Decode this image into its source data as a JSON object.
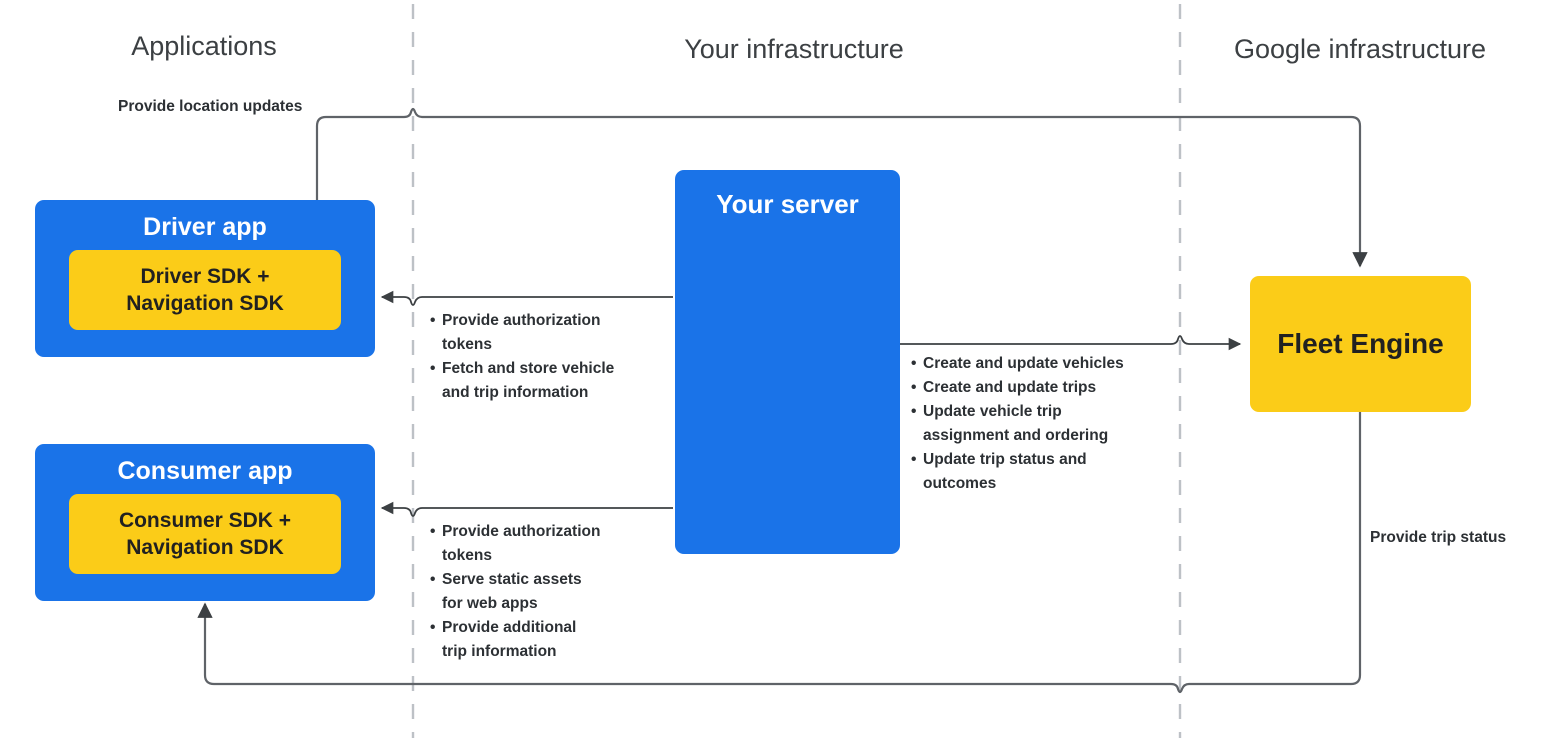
{
  "zones": [
    {
      "id": "applications",
      "label": "Applications"
    },
    {
      "id": "your-infrastructure",
      "label": "Your infrastructure"
    },
    {
      "id": "google-infrastructure",
      "label": "Google infrastructure"
    }
  ],
  "nodes": {
    "driver_app": {
      "title": "Driver app",
      "sdk": "Driver SDK +\nNavigation SDK"
    },
    "consumer_app": {
      "title": "Consumer app",
      "sdk": "Consumer SDK +\nNavigation SDK"
    },
    "your_server": {
      "title": "Your server"
    },
    "fleet_engine": {
      "title": "Fleet Engine"
    }
  },
  "edges": {
    "location_updates": {
      "label": "Provide location updates",
      "from": "driver_app",
      "to": "fleet_engine"
    },
    "driver_server": {
      "from": "your_server",
      "to": "driver_app",
      "bullets": [
        "Provide authorization\ntokens",
        "Fetch and store vehicle\nand trip information"
      ]
    },
    "consumer_server": {
      "from": "your_server",
      "to": "consumer_app",
      "bullets": [
        "Provide authorization\ntokens",
        "Serve static assets\nfor web apps",
        "Provide additional\ntrip information"
      ]
    },
    "server_fleet_engine": {
      "from": "your_server",
      "to": "fleet_engine",
      "bullets": [
        "Create and update vehicles",
        "Create and update trips",
        "Update vehicle trip\nassignment and ordering",
        "Update trip status and\noutcomes"
      ]
    },
    "trip_status": {
      "label": "Provide trip status",
      "from": "fleet_engine",
      "to": "consumer_app"
    }
  },
  "colors": {
    "app_blue": "#1a73e8",
    "sdk_yellow": "#fbcc18",
    "engine_yellow": "#fbcc18",
    "line_gray": "#5f6368",
    "divider_gray": "#bdc1c6",
    "text_dark": "#2c3034",
    "zone_title": "#3c4043"
  }
}
